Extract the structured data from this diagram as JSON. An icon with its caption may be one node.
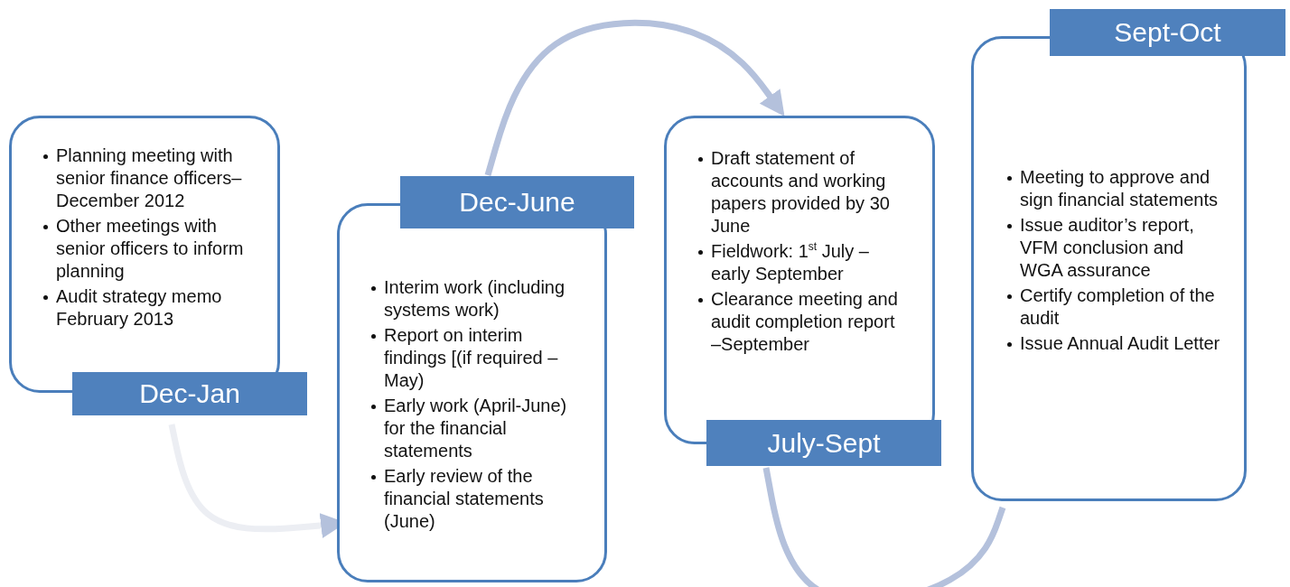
{
  "diagram": {
    "nodes": [
      {
        "text": [
          "Planning meeting with senior finance officers– December 2012",
          "Other meetings with senior officers to inform planning",
          "Audit strategy memo February 2013",
          "Dec-Jan"
        ]
      },
      {
        "text": [
          "Dec-June",
          "Interim work (including systems work)",
          "Report on interim findings [(if required – May)",
          "Early work (April-June) for the financial statements",
          "Early review of the financial statements (June)"
        ]
      },
      {
        "text": [
          "Draft statement of accounts and working papers provided by 30 June",
          "Fieldwork: 1$^{st}$ July – early September",
          "Clearance meeting and audit completion report –September",
          "July-Sept"
        ]
      },
      {
        "text": [
          "Sept-Oct",
          "Meeting to approve and sign financial statements",
          "Issue auditor’s report, VFM conclusion and WGA assurance",
          "Certify completion of the audit",
          "Issue Annual Audit Letter"
        ]
      }
    ],
    "edges": [
      {
        "from": 0,
        "to": 1,
        "arrow": "to",
        "color": "#eceef3"
      },
      {
        "from": 1,
        "to": 2,
        "arrow": "to"
      },
      {
        "from": 2,
        "to": 3,
        "arrow": "none"
      }
    ]
  }
}
